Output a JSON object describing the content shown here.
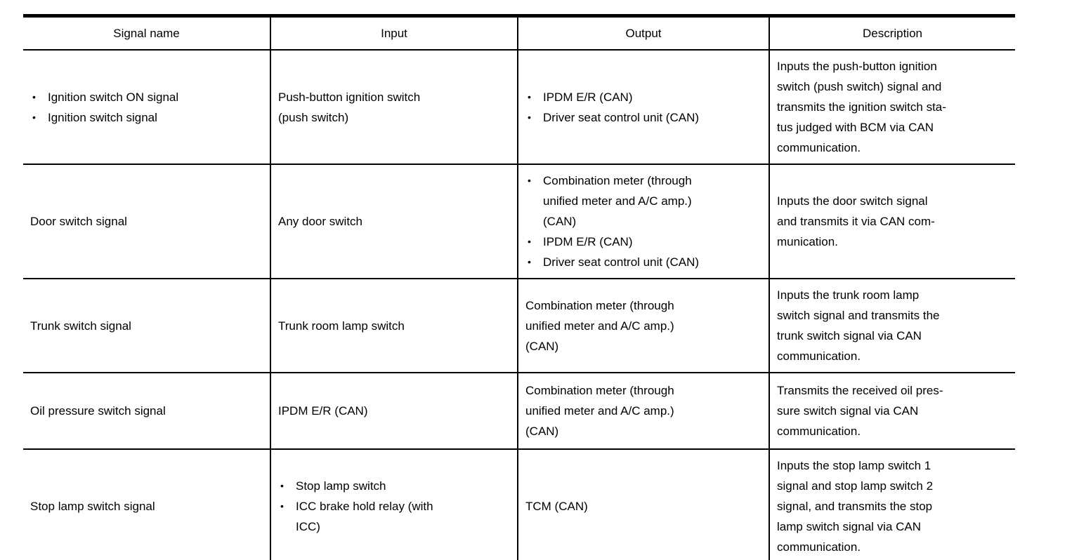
{
  "colors": {
    "background": "#ffffff",
    "text": "#000000",
    "border": "#000000"
  },
  "table": {
    "bullet_char": "•",
    "headers": [
      "Signal name",
      "Input",
      "Output",
      "Description"
    ],
    "rows": [
      {
        "signal": {
          "items": [
            "Ignition switch ON signal",
            "Ignition switch signal"
          ]
        },
        "input": {
          "text": "Push-button ignition switch\n(push switch)"
        },
        "output": {
          "items": [
            "IPDM E/R (CAN)",
            "Driver seat control unit (CAN)"
          ]
        },
        "description": "Inputs the push-button ignition\nswitch (push switch) signal and\ntransmits the ignition switch sta-\ntus judged with BCM via CAN\ncommunication."
      },
      {
        "signal": {
          "text": "Door switch signal"
        },
        "input": {
          "text": "Any door switch"
        },
        "output": {
          "items": [
            "Combination meter (through\nunified meter and A/C amp.)\n(CAN)",
            "IPDM E/R (CAN)",
            "Driver seat control unit (CAN)"
          ]
        },
        "description": "Inputs the door switch signal\nand transmits it via CAN com-\nmunication."
      },
      {
        "signal": {
          "text": "Trunk switch signal"
        },
        "input": {
          "text": "Trunk room lamp switch"
        },
        "output": {
          "text": "Combination meter (through\nunified meter and A/C amp.)\n(CAN)"
        },
        "description": "Inputs the trunk room lamp\nswitch signal and transmits the\ntrunk switch signal via CAN\ncommunication."
      },
      {
        "signal": {
          "text": "Oil pressure switch signal"
        },
        "input": {
          "text": "IPDM E/R (CAN)"
        },
        "output": {
          "text": "Combination meter (through\nunified meter and A/C amp.)\n(CAN)"
        },
        "description": "Transmits the received oil pres-\nsure switch signal via CAN\ncommunication."
      },
      {
        "signal": {
          "text": "Stop lamp switch signal"
        },
        "input": {
          "items": [
            "Stop lamp switch",
            "ICC brake hold relay (with\nICC)"
          ]
        },
        "output": {
          "text": "TCM (CAN)"
        },
        "description": "Inputs the stop lamp switch 1\nsignal and stop lamp switch 2\nsignal, and transmits the stop\nlamp switch signal via CAN\ncommunication."
      }
    ]
  }
}
